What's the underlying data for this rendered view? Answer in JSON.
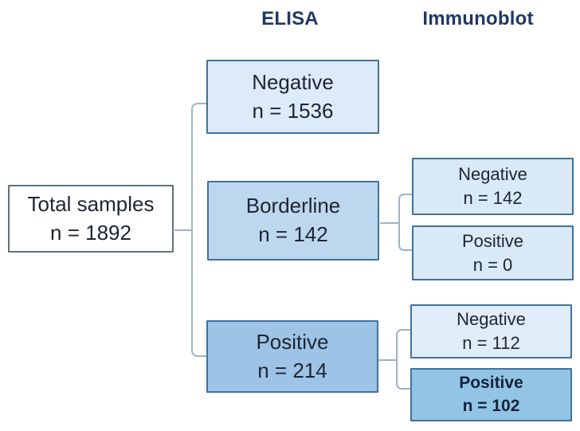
{
  "columns": [
    {
      "label": "ELISA"
    },
    {
      "label": "Immunoblot"
    }
  ],
  "total": {
    "label": "Total samples",
    "count": "n = 1892"
  },
  "elisa": {
    "negative": {
      "label": "Negative",
      "count": "n = 1536"
    },
    "borderline": {
      "label": "Borderline",
      "count": "n = 142"
    },
    "positive": {
      "label": "Positive",
      "count": "n = 214"
    }
  },
  "immunoblot": {
    "borderline_negative": {
      "label": "Negative",
      "count": "n = 142"
    },
    "borderline_positive": {
      "label": "Positive",
      "count": "n = 0"
    },
    "positive_negative": {
      "label": "Negative",
      "count": "n = 112"
    },
    "positive_positive": {
      "label": "Positive",
      "count": "n = 102"
    }
  },
  "colors": {
    "header_text": "#1f3864",
    "box_border_blue": "#41719c",
    "box_border_gray": "#5c7578",
    "fill_light": "#dcebf7",
    "fill_medium": "#bdd7ee",
    "fill_dark": "#9dc3e6",
    "connector": "#9eb2c6",
    "emphasis_text": "#16233a"
  }
}
